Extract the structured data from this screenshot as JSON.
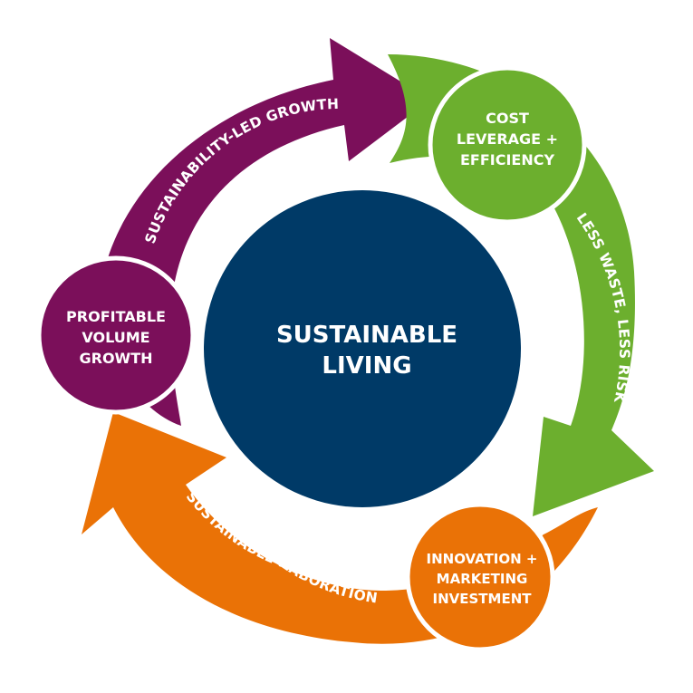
{
  "center": {
    "line1": "SUSTAINABLE",
    "line2": "LIVING",
    "color": "#003a67"
  },
  "nodes": {
    "cost": {
      "line1": "COST",
      "line2": "LEVERAGE +",
      "line3": "EFFICIENCY",
      "color": "#6caf2e"
    },
    "innovation": {
      "line1": "INNOVATION +",
      "line2": "MARKETING",
      "line3": "INVESTMENT",
      "color": "#ea7206"
    },
    "profitable": {
      "line1": "PROFITABLE",
      "line2": "VOLUME",
      "line3": "GROWTH",
      "color": "#7b0f5a"
    }
  },
  "arrows": {
    "purple": {
      "label": "SUSTAINABILITY-LED GROWTH",
      "color": "#7b0f5a"
    },
    "green": {
      "label": "LESS WASTE, LESS RISK",
      "color": "#6caf2e"
    },
    "orange": {
      "label_line1": "SUSTAINABLE INNOVATION",
      "label_line2": "& COLLABORATION",
      "color": "#ea7206"
    }
  }
}
